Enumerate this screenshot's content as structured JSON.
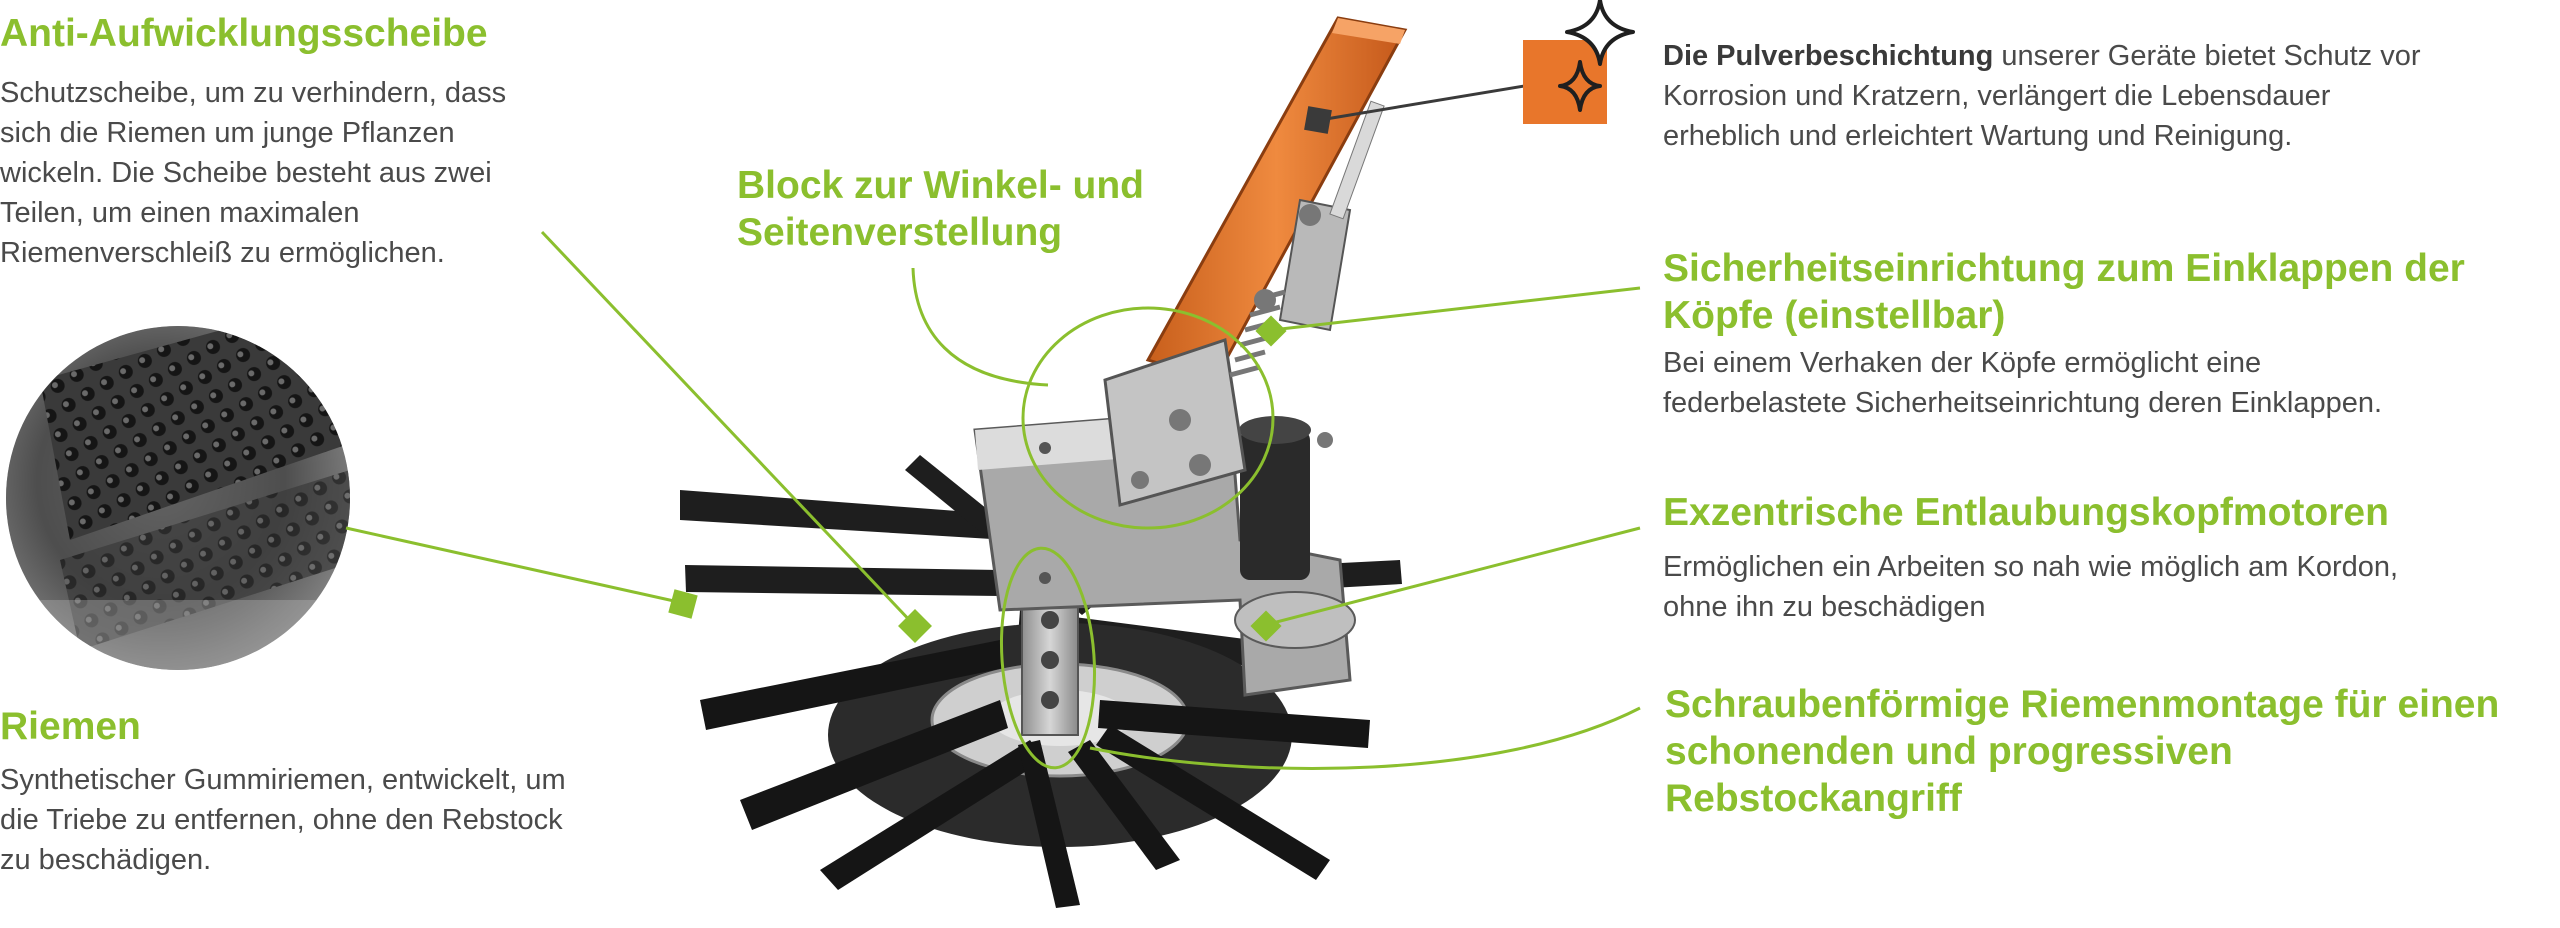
{
  "callouts": {
    "disc": {
      "title": "Anti-Aufwicklungsscheibe",
      "lines": [
        "Schutzscheibe, um zu verhindern, dass",
        "sich die Riemen um junge Pflanzen",
        "wickeln. Die Scheibe besteht aus zwei",
        "Teilen, um einen maximalen",
        "Riemenverschleiß zu ermöglichen."
      ]
    },
    "belt": {
      "title": "Riemen",
      "lines": [
        "Synthetischer Gummiriemen, entwickelt, um",
        "die Triebe zu entfernen, ohne den Rebstock",
        "zu beschädigen."
      ]
    },
    "block": {
      "lines": [
        "Block zur Winkel- und",
        "Seitenverstellung"
      ]
    },
    "powder": {
      "bold": "Die Pulverbeschichtung",
      "rest": " unserer Geräte bietet Schutz vor",
      "lines": [
        "Korrosion und Kratzern, verlängert die Lebensdauer",
        "erheblich und erleichtert Wartung und Reinigung."
      ]
    },
    "safety": {
      "title_lines": [
        "Sicherheitseinrichtung zum Einklappen der",
        "Köpfe (einstellbar)"
      ],
      "lines": [
        "Bei einem Verhaken der Köpfe ermöglicht eine",
        "federbelastete Sicherheitseinrichtung deren Einklappen."
      ]
    },
    "motors": {
      "title": "Exzentrische Entlaubungskopfmotoren",
      "lines": [
        "Ermöglichen ein Arbeiten so nah wie möglich am Kordon,",
        "ohne ihn zu beschädigen"
      ]
    },
    "helical": {
      "title_lines": [
        "Schraubenförmige Riemenmontage für einen",
        "schonenden und progressiven",
        "Rebstockangriff"
      ]
    }
  },
  "colors": {
    "accent": "#8bbf2e",
    "arm": "#e8762b",
    "text": "#4a4a4a"
  },
  "icons": {
    "sparkle": "sparkle-icon"
  }
}
